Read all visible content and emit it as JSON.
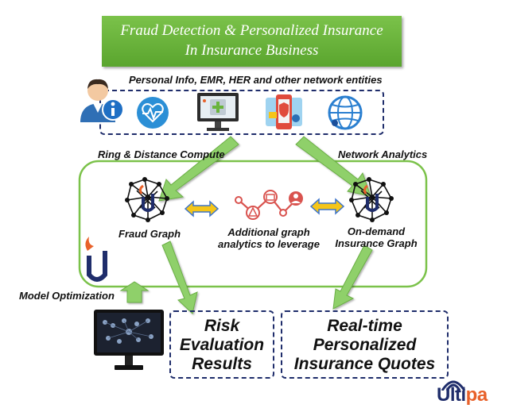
{
  "banner": {
    "line1": "Fraud Detection  & Personalized Insurance",
    "line2": "In Insurance Business"
  },
  "entities_label": "Personal Info, EMR, HER and other network entities",
  "ring_label": "Ring & Distance Compute",
  "network_label": "Network Analytics",
  "fraud_graph_label": "Fraud Graph",
  "additional_label": {
    "line1": "Additional graph",
    "line2": "analytics to leverage"
  },
  "ondemand_label": {
    "line1": "On-demand",
    "line2": "Insurance Graph"
  },
  "model_label": "Model Optimization",
  "risk": {
    "line1": "Risk",
    "line2": "Evaluation",
    "line3": "Results"
  },
  "quotes": {
    "line1": "Real-time",
    "line2": "Personalized",
    "line3": "Insurance Quotes"
  },
  "logo": {
    "text_ulti": "Ulti",
    "text_pa": "pa"
  },
  "colors": {
    "green": "#6ab43c",
    "navy": "#1f2d6b",
    "arrow_yellow": "#f5c518",
    "arrow_blue": "#3d74c9",
    "orange": "#e8612a"
  }
}
